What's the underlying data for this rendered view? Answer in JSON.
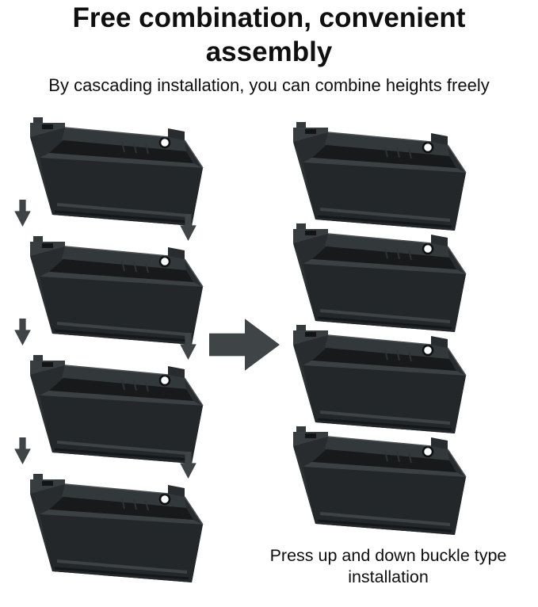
{
  "title": "Free combination, convenient assembly",
  "subtitle": "By cascading installation, you can combine heights freely",
  "caption": "Press up and down buckle type installation",
  "illustration": {
    "left_stack_count": 4,
    "right_stack_count": 4,
    "left_gap_arrow_pairs": 3
  },
  "colors": {
    "background": "#ffffff",
    "text": "#0f0f0f",
    "arrow": "#3f4447",
    "bin_body": "#282c2e",
    "bin_face": "#232729",
    "bin_rim": "#3b4043",
    "bin_interior": "#17191b",
    "bin_panel": "#33383b",
    "hole": "#fbfbfb"
  }
}
